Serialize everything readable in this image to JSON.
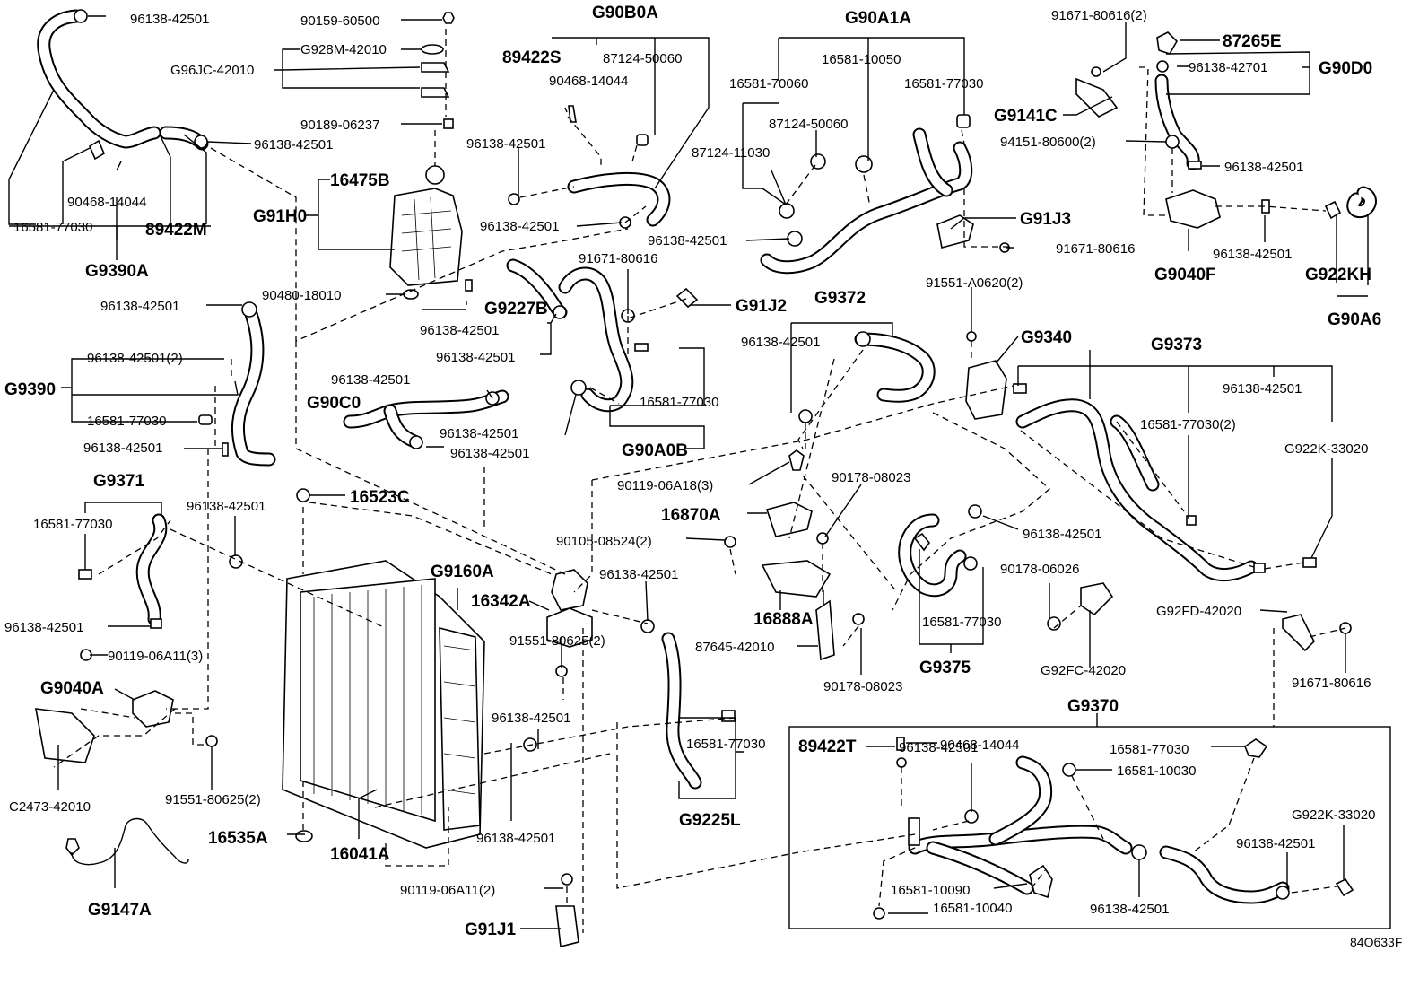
{
  "diagram_id": "84O633F",
  "labels": {
    "l_96138_tl": "96138-42501",
    "l_90159": "90159-60500",
    "l_g928m": "G928M-42010",
    "l_g96jc": "G96JC-42010",
    "l_90189": "90189-06237",
    "l_96138_tc": "96138-42501",
    "l_90468_l": "90468-14044",
    "l_16581_l": "16581-77030",
    "l_89422m": "89422M",
    "l_g9390a": "G9390A",
    "l_16475b": "16475B",
    "l_g91h0": "G91H0",
    "l_90480": "90480-18010",
    "l_96138_res": "96138-42501",
    "l_g90b0a": "G90B0A",
    "l_89422s": "89422S",
    "l_87124_a": "87124-50060",
    "l_90468_b": "90468-14044",
    "l_96138_b1": "96138-42501",
    "l_96138_b2": "96138-42501",
    "l_g9227b": "G9227B",
    "l_96138_b3": "96138-42501",
    "l_91671_c": "91671-80616",
    "l_g91j2": "G91J2",
    "l_96138_l2": "96138-42501",
    "l_g9390": "G9390",
    "l_96138_2x": "96138-42501(2)",
    "l_16581_g": "16581-77030",
    "l_96138_g": "96138-42501",
    "l_g90c0": "G90C0",
    "l_96138_g90c0": "96138-42501",
    "l_96138_c1": "96138-42501",
    "l_96138_c2": "96138-42501",
    "l_16581_c": "16581-77030",
    "l_g90a0b": "G90A0B",
    "l_g90a1a": "G90A1A",
    "l_16581_1005": "16581-10050",
    "l_16581_7006": "16581-70060",
    "l_16581_7703t": "16581-77030",
    "l_87124_b": "87124-50060",
    "l_87124_c": "87124-11030",
    "l_96138_m": "96138-42501",
    "l_g91j3": "G91J3",
    "l_91671_m": "91671-80616",
    "l_91671_r2": "91671-80616(2)",
    "l_87265e": "87265E",
    "l_96138_r1": "96138-42701",
    "l_g90d0": "G90D0",
    "l_g9141c": "G9141C",
    "l_94151": "94151-80600(2)",
    "l_96138_r2": "96138-42501",
    "l_96138_r3": "96138-42501",
    "l_g9040f": "G9040F",
    "l_g922kh": "G922KH",
    "l_g90a6": "G90A6",
    "l_91551_2": "91551-A0620(2)",
    "l_g9340": "G9340",
    "l_g9372": "G9372",
    "l_96138_g9372": "96138-42501",
    "l_g9373": "G9373",
    "l_96138_g9373": "96138-42501",
    "l_16581_g9373": "16581-77030(2)",
    "l_g922k_1": "G922K-33020",
    "l_g9371": "G9371",
    "l_16581_g9371": "16581-77030",
    "l_96138_g9371": "96138-42501",
    "l_16523c": "16523C",
    "l_96138_lw": "96138-42501",
    "l_90119_3": "90119-06A11(3)",
    "l_g9040a": "G9040A",
    "l_c2473": "C2473-42010",
    "l_91551_l": "91551-80625(2)",
    "l_g9147a": "G9147A",
    "l_g9160a": "G9160A",
    "l_16342a": "16342A",
    "l_91551_c": "91551-80625(2)",
    "l_96138_rad": "96138-42501",
    "l_96138_rad2": "96138-42501",
    "l_16535a": "16535A",
    "l_16041a": "16041A",
    "l_90119_2": "90119-06A11(2)",
    "l_g91j1": "G91J1",
    "l_90119_a18": "90119-06A18(3)",
    "l_16870a": "16870A",
    "l_90105": "90105-08524(2)",
    "l_96138_mid": "96138-42501",
    "l_16888a": "16888A",
    "l_87645": "87645-42010",
    "l_90178_a": "90178-08023",
    "l_90178_b": "90178-08023",
    "l_96138_g9375": "96138-42501",
    "l_16581_g9375": "16581-77030",
    "l_g9375": "G9375",
    "l_90178_c": "90178-06026",
    "l_g92fc": "G92FC-42020",
    "l_g92fd": "G92FD-42020",
    "l_91671_br": "91671-80616",
    "l_16581_g9225": "16581-77030",
    "l_g9225l": "G9225L",
    "l_g9370": "G9370",
    "l_89422t": "89422T",
    "l_90468_c": "90468-14044",
    "l_96138_g9370a": "96138-42501",
    "l_16581_g9370a": "16581-77030",
    "l_16581_1003": "16581-10030",
    "l_g922k_2": "G922K-33020",
    "l_96138_g9370b": "96138-42501",
    "l_16581_1009": "16581-10090",
    "l_16581_1004": "16581-10040",
    "l_96138_g9370c": "96138-42501"
  }
}
